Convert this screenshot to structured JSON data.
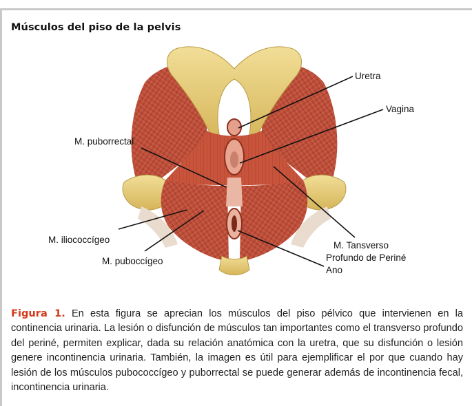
{
  "heading": "Músculos del piso de la pelvis",
  "figure": {
    "labels": {
      "uretra": "Uretra",
      "vagina": "Vagina",
      "puborrectal": "M. puborrectal",
      "iliococcigeo": "M. iliococcígeo",
      "pubococcigeo": "M. puboccígeo",
      "transverso_1": "M. Tansverso",
      "transverso_2": "Profundo de Periné",
      "ano": "Ano"
    }
  },
  "caption": {
    "figure_label": "Figura 1.",
    "text": " En esta figura se aprecian los músculos del piso pélvico que intervienen en la continencia urinaria. La lesión o disfunción de músculos tan importantes como el transverso profundo del periné, permiten explicar, dada su relación anatómica con la uretra, que su disfunción o lesión genere incontinencia urinaria. También, la imagen es útil para ejemplificar el por que cuando hay lesión de los músculos pubococcígeo y puborrectal se puede generar además de incontinencia fecal, incontinencia urinaria."
  },
  "colors": {
    "muscle": "#c8533a",
    "muscle_dark": "#8e2f1f",
    "bone": "#e8cf7c",
    "caption_accent": "#d43a1a"
  }
}
